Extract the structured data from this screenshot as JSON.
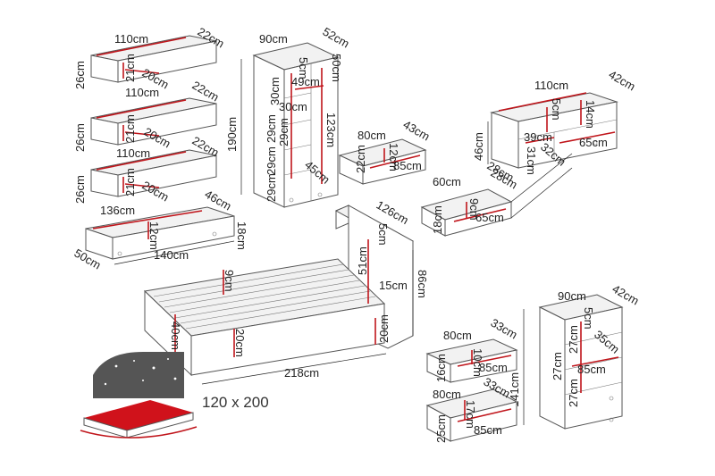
{
  "bed_size": "120 x 200",
  "shelves": [
    {
      "w": "110cm",
      "d": "22cm",
      "h": "26cm",
      "inner_h": "21cm",
      "inner_d": "20cm"
    },
    {
      "w": "110cm",
      "d": "22cm",
      "h": "26cm",
      "inner_h": "21cm",
      "inner_d": "20cm"
    },
    {
      "w": "110cm",
      "d": "22cm",
      "h": "26cm",
      "inner_h": "21cm",
      "inner_d": "20cm"
    }
  ],
  "bed_drawer": {
    "w": "136cm",
    "d": "46cm",
    "h": "18cm",
    "inner": "12cm",
    "outer_w": "140cm",
    "outer_d": "50cm"
  },
  "wardrobe": {
    "w": "90cm",
    "d": "52cm",
    "h": "190cm",
    "top": "50cm",
    "t5": "5cm",
    "s30a": "30cm",
    "s49": "49cm",
    "s30b": "30cm",
    "s29a": "29cm",
    "s29b": "29cm",
    "s29c": "29cm",
    "s29d": "29cm",
    "s123": "123cm",
    "s45": "45cm"
  },
  "small_drawer": {
    "w": "80cm",
    "d": "43cm",
    "inner_h": "12cm",
    "inner_w": "85cm",
    "h": "22cm"
  },
  "bed": {
    "len": "218cm",
    "d": "126cm",
    "h": "86cm",
    "h9": "9cm",
    "h5": "5cm",
    "h51": "51cm",
    "h15": "15cm",
    "h40": "40cm",
    "h20a": "20cm",
    "h20b": "20cm"
  },
  "tv_unit": {
    "w": "110cm",
    "d": "42cm",
    "h": "46cm",
    "s5": "5cm",
    "s14": "14cm",
    "s39": "39cm",
    "s65": "65cm",
    "s32": "32cm",
    "s31": "31cm",
    "s28": "28cm"
  },
  "tv_drawer": {
    "w": "60cm",
    "d": "28cm",
    "h": "18cm",
    "inner": "9cm",
    "inner_w": "65cm"
  },
  "bookcase": {
    "w": "90cm",
    "d": "42cm",
    "h": "141cm",
    "s5": "5cm",
    "s27a": "27cm",
    "s35": "35cm",
    "s27b": "27cm",
    "s85": "85cm",
    "s27c": "27cm"
  },
  "bc_drawer1": {
    "w": "80cm",
    "d": "33cm",
    "h": "16cm",
    "inner": "10cm",
    "inner_w": "85cm"
  },
  "bc_drawer2": {
    "w": "80cm",
    "d": "33cm",
    "h": "25cm",
    "inner": "17cm",
    "inner_w": "85cm"
  }
}
